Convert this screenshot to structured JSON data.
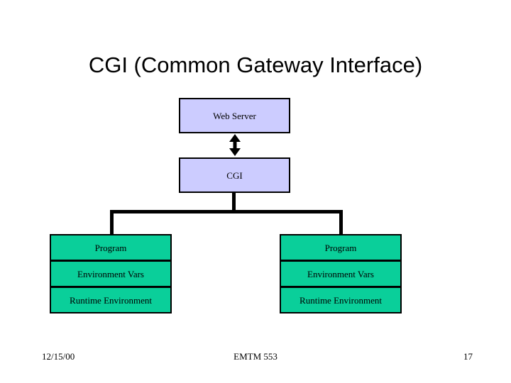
{
  "slide": {
    "title": "CGI (Common Gateway Interface)",
    "background_color": "#ffffff"
  },
  "colors": {
    "lavender_fill": "#ccccff",
    "green_fill": "#0acf9a",
    "border": "#000000",
    "text": "#000000"
  },
  "diagram": {
    "web_server": {
      "label": "Web Server",
      "fill": "#ccccff"
    },
    "cgi": {
      "label": "CGI",
      "fill": "#ccccff"
    },
    "arrow": {
      "name": "double-headed-vertical-arrow",
      "direction": "bidirectional"
    },
    "groups": [
      {
        "id": "left",
        "rows": [
          {
            "label": "Program"
          },
          {
            "label": "Environment Vars"
          },
          {
            "label": "Runtime Environment"
          }
        ]
      },
      {
        "id": "right",
        "rows": [
          {
            "label": "Program"
          },
          {
            "label": "Environment Vars"
          },
          {
            "label": "Runtime Environment"
          }
        ]
      }
    ]
  },
  "footer": {
    "date": "12/15/00",
    "course": "EMTM 553",
    "page_number": "17"
  }
}
